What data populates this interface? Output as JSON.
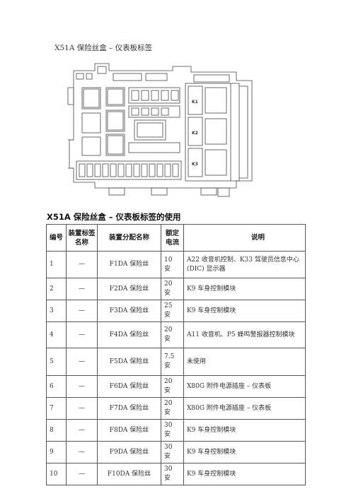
{
  "caption": "X51A 保险丝盒 – 仪表板标签",
  "diagram_labels": {
    "k1": "K1",
    "k2": "K2",
    "k3": "K3"
  },
  "table": {
    "title": "X51A 保险丝盒 – 仪表板标签的使用",
    "headers": {
      "number": "编号",
      "label": "装置标签名称",
      "device": "装置分配名称",
      "rated": "额定电流",
      "description": "说明"
    },
    "rows": [
      {
        "number": "1",
        "label": "—",
        "device": "F1DA 保险丝",
        "rated": "10 安",
        "description": "A22 收音机控制、K33 驾驶员信息中心 (DIC) 显示器"
      },
      {
        "number": "2",
        "label": "—",
        "device": "F2DA 保险丝",
        "rated": "20 安",
        "description": "K9 车身控制模块"
      },
      {
        "number": "3",
        "label": "—",
        "device": "F3DA 保险丝",
        "rated": "25 安",
        "description": "K9 车身控制模块"
      },
      {
        "number": "4",
        "label": "—",
        "device": "F4DA 保险丝",
        "rated": "20 安",
        "description": "A11 收音机、P5 蜂鸣警报器控制模块"
      },
      {
        "number": "5",
        "label": "—",
        "device": "F5DA 保险丝",
        "rated": "7.5 安",
        "description": "未使用"
      },
      {
        "number": "6",
        "label": "—",
        "device": "F6DA 保险丝",
        "rated": "20 安",
        "description": "X80G 附件电源插座 – 仪表板"
      },
      {
        "number": "7",
        "label": "—",
        "device": "F7DA 保险丝",
        "rated": "20 安",
        "description": "X80G 附件电源插座 – 仪表板"
      },
      {
        "number": "8",
        "label": "—",
        "device": "F8DA 保险丝",
        "rated": "30 安",
        "description": "K9 车身控制模块"
      },
      {
        "number": "9",
        "label": "—",
        "device": "F9DA 保险丝",
        "rated": "30 安",
        "description": "K9 车身控制模块"
      },
      {
        "number": "10",
        "label": "—",
        "device": "F10DA 保险丝",
        "rated": "30 安",
        "description": "K9 车身控制模块"
      }
    ]
  }
}
